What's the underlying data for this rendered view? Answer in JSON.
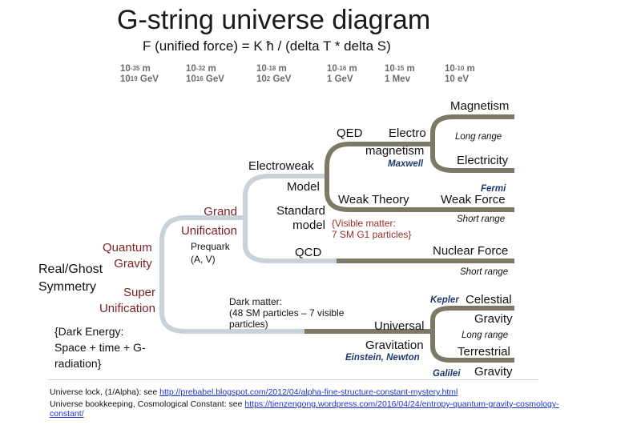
{
  "title": "G-string universe diagram",
  "formula": "F (unified force) = K ħ / (delta T * delta S)",
  "scales": [
    {
      "len_base": "10",
      "len_exp": "-35",
      "len_unit": " m",
      "en_base": "10",
      "en_exp": "19",
      "en_unit": " GeV"
    },
    {
      "len_base": "10",
      "len_exp": "-32",
      "len_unit": " m",
      "en_base": "10",
      "en_exp": "16",
      "en_unit": " GeV"
    },
    {
      "len_base": "10",
      "len_exp": "-18",
      "len_unit": " m",
      "en_base": "10",
      "en_exp": "2",
      "en_unit": " GeV"
    },
    {
      "len_base": "10",
      "len_exp": "-16",
      "len_unit": " m",
      "en_base": "",
      "en_exp": "",
      "en_unit": "1 GeV"
    },
    {
      "len_base": "10",
      "len_exp": "-15",
      "len_unit": " m",
      "en_base": "",
      "en_exp": "",
      "en_unit": "1 Mev"
    },
    {
      "len_base": "10",
      "len_exp": "-10",
      "len_unit": " m",
      "en_base": "",
      "en_exp": "",
      "en_unit": "10 eV"
    }
  ],
  "nodes": {
    "real_ghost_1": "Real/Ghost",
    "real_ghost_2": "Symmetry",
    "quantum_1": "Quantum",
    "quantum_2": "Gravity",
    "super_1": "Super",
    "super_2": "Unification",
    "grand_1": "Grand",
    "grand_2": "Unification",
    "prequark_1": "Prequark",
    "prequark_2": "(A, V)",
    "electroweak": "Electroweak",
    "model": "Model",
    "standard_1": "Standard",
    "standard_2": "model",
    "qcd": "QCD",
    "qed": "QED",
    "electro_1": "Electro",
    "electro_2": "magnetism",
    "weak_theory": "Weak Theory",
    "magnetism": "Magnetism",
    "electricity": "Electricity",
    "weak_force": "Weak Force",
    "nuclear_force": "Nuclear Force",
    "universal_1": "Universal",
    "universal_2": "Gravitation",
    "celestial": "Celestial",
    "gravity_1": "Gravity",
    "terrestrial": "Terrestrial",
    "gravity_2": "Gravity"
  },
  "notes": {
    "long_range_1": "Long range",
    "short_range_1": "Short range",
    "short_range_2": "Short range",
    "long_range_2": "Long range",
    "maxwell": "Maxwell",
    "fermi": "Fermi",
    "kepler": "Kepler",
    "einstein_newton": "Einstein, Newton",
    "galilei": "Galilei",
    "visible_1": "{Visible matter:",
    "visible_2": "7 SM G1 particles}",
    "dark_matter_1": "Dark matter:",
    "dark_matter_2": "(48 SM particles – 7 visible",
    "dark_matter_3": "particles)",
    "dark_energy_1": "{Dark Energy:",
    "dark_energy_2": "Space + time + G-",
    "dark_energy_3": "radiation}"
  },
  "colors": {
    "branch_light": "#c9d2d6",
    "branch_dark": "#7c7a66",
    "dark_red": "#7a1f24",
    "blue": "#1f3a6b"
  },
  "footer": {
    "line1_text": "Universe lock, (1/Alpha): see ",
    "line1_link": "http://prebabel.blogspot.com/2012/04/alpha-fine-structure-constant-mystery.html",
    "line2_text": "Universe bookkeeping, Cosmological Constant: see ",
    "line2_link_a": "https://tienzengong.wordpress.com/2016/04/24/entropy-quantum-gravity-cosmology-",
    "line2_link_b": "constant/"
  }
}
